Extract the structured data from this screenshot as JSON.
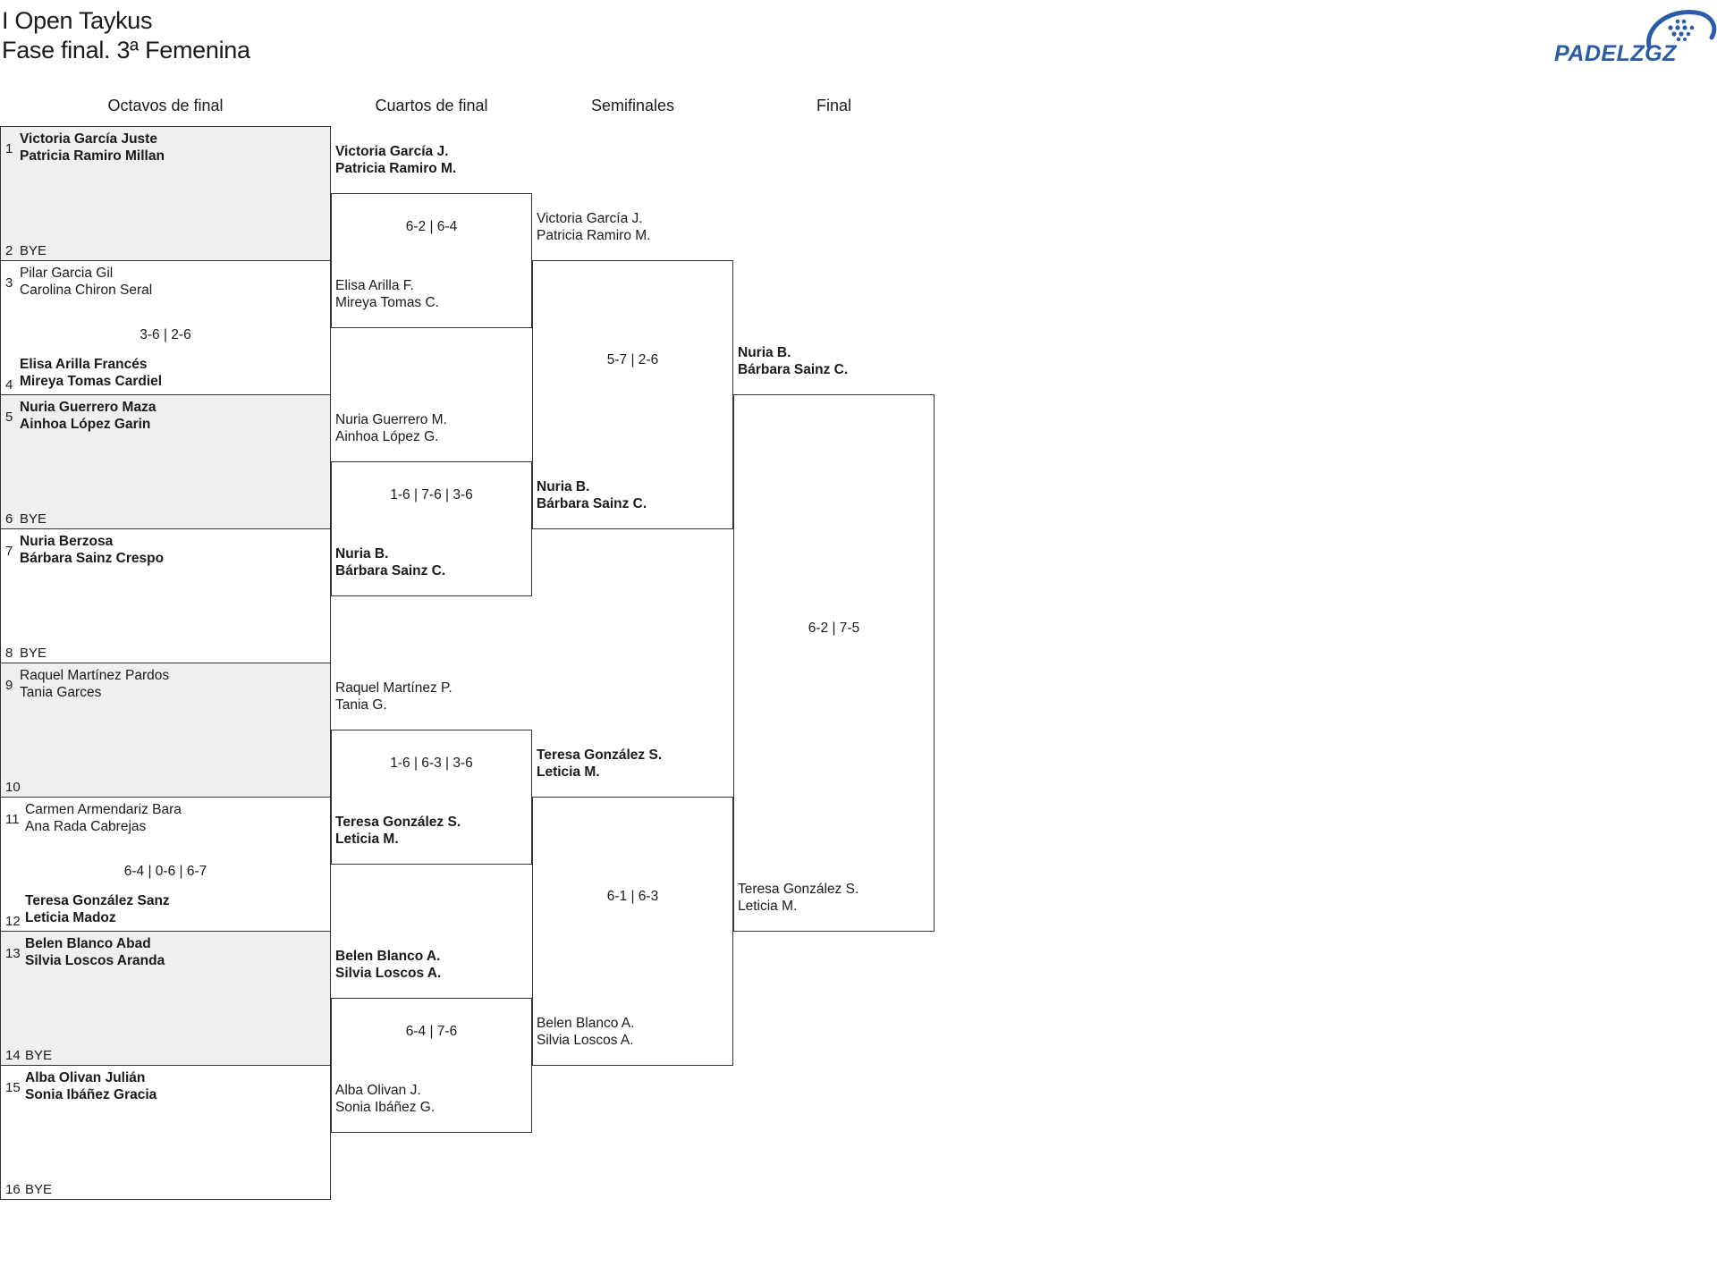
{
  "header": {
    "title_line1": "I Open Taykus",
    "title_line2": "Fase final. 3ª Femenina",
    "logo_text": "PADELZGZ"
  },
  "rounds": [
    "Octavos de final",
    "Cuartos de final",
    "Semifinales",
    "Final"
  ],
  "octavos": {
    "seeds": [
      "1",
      "2",
      "3",
      "4",
      "5",
      "6",
      "7",
      "8",
      "9",
      "10",
      "11",
      "12",
      "13",
      "14",
      "15",
      "16"
    ],
    "entries": [
      {
        "p1": "Victoria García Juste",
        "p2": "Patricia Ramiro Millan"
      },
      {
        "bye": "BYE"
      },
      {
        "p1": "Pilar Garcia Gil",
        "p2": "Carolina Chiron Seral"
      },
      {
        "p1": "Elisa Arilla Francés",
        "p2": "Mireya Tomas Cardiel"
      },
      {
        "p1": "Nuria Guerrero Maza",
        "p2": "Ainhoa López Garin"
      },
      {
        "bye": "BYE"
      },
      {
        "p1": "Nuria Berzosa",
        "p2": "Bárbara Sainz Crespo"
      },
      {
        "bye": "BYE"
      },
      {
        "p1": "Raquel Martínez Pardos",
        "p2": "Tania Garces"
      },
      {
        "bye": ""
      },
      {
        "p1": "Carmen Armendariz Bara",
        "p2": "Ana Rada Cabrejas"
      },
      {
        "p1": "Teresa González Sanz",
        "p2": "Leticia Madoz"
      },
      {
        "p1": "Belen Blanco Abad",
        "p2": "Silvia Loscos Aranda"
      },
      {
        "bye": "BYE"
      },
      {
        "p1": "Alba Olivan Julián",
        "p2": "Sonia Ibáñez Gracia"
      },
      {
        "bye": "BYE"
      }
    ],
    "scores": [
      "",
      "3-6 | 2-6",
      "",
      "",
      "",
      "6-4 | 0-6 | 6-7",
      "",
      ""
    ]
  },
  "cuartos": {
    "entries": [
      {
        "p1": "Victoria García J.",
        "p2": "Patricia Ramiro M."
      },
      {
        "p1": "Elisa Arilla F.",
        "p2": "Mireya Tomas C."
      },
      {
        "p1": "Nuria Guerrero M.",
        "p2": "Ainhoa López G."
      },
      {
        "p1": "Nuria B.",
        "p2": "Bárbara Sainz C."
      },
      {
        "p1": "Raquel Martínez P.",
        "p2": "Tania G."
      },
      {
        "p1": "Teresa González S.",
        "p2": "Leticia M."
      },
      {
        "p1": "Belen Blanco A.",
        "p2": "Silvia Loscos A."
      },
      {
        "p1": "Alba Olivan J.",
        "p2": "Sonia Ibáñez G."
      }
    ],
    "scores": [
      "6-2 | 6-4",
      "1-6 | 7-6 | 3-6",
      "1-6 | 6-3 | 3-6",
      "6-4 | 7-6"
    ]
  },
  "semis": {
    "entries": [
      {
        "p1": "Victoria García J.",
        "p2": "Patricia Ramiro M."
      },
      {
        "p1": "Nuria B.",
        "p2": "Bárbara Sainz C."
      },
      {
        "p1": "Teresa González S.",
        "p2": "Leticia M."
      },
      {
        "p1": "Belen Blanco A.",
        "p2": "Silvia Loscos A."
      }
    ],
    "scores": [
      "5-7 | 2-6",
      "6-1 | 6-3"
    ]
  },
  "final": {
    "entries": [
      {
        "p1": "Nuria B.",
        "p2": "Bárbara Sainz C."
      },
      {
        "p1": "Teresa González S.",
        "p2": "Leticia M."
      }
    ],
    "score": "6-2 | 7-5"
  }
}
